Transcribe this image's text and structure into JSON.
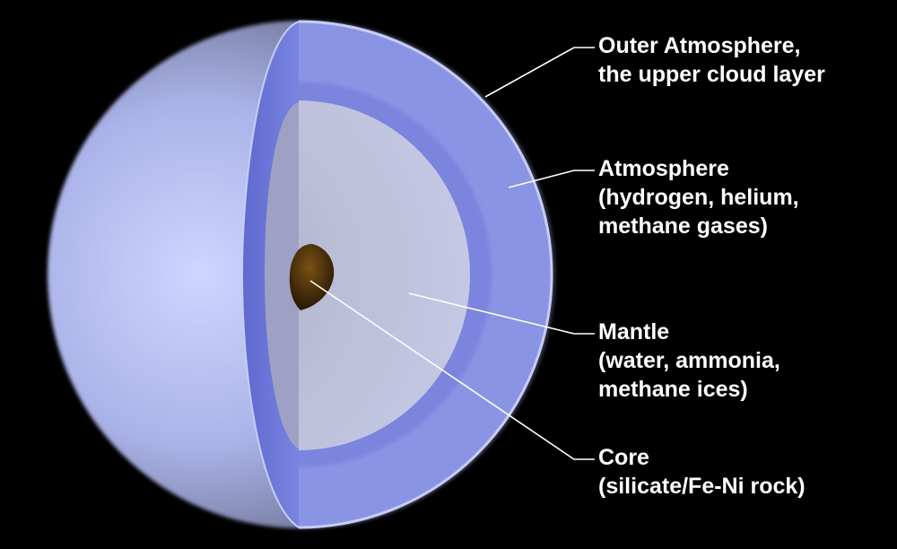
{
  "diagram": {
    "subject": "Planet interior cutaway",
    "colors": {
      "background": "#000000",
      "planet_surface": "#b8c2f5",
      "outer_atmosphere": "#8c96e6",
      "atmosphere_inner": "#6f7ad8",
      "mantle": "#b9bcd6",
      "core": "#5a3a0c",
      "leader_line": "#ffffff"
    },
    "labels": [
      {
        "id": "outer-atmosphere",
        "lines": [
          "Outer Atmosphere,",
          "the upper cloud layer"
        ]
      },
      {
        "id": "atmosphere",
        "lines": [
          "Atmosphere",
          "(hydrogen, helium,",
          "methane gases)"
        ]
      },
      {
        "id": "mantle",
        "lines": [
          "Mantle",
          "(water, ammonia,",
          "methane ices)"
        ]
      },
      {
        "id": "core",
        "lines": [
          "Core",
          "(silicate/Fe-Ni rock)"
        ]
      }
    ]
  }
}
